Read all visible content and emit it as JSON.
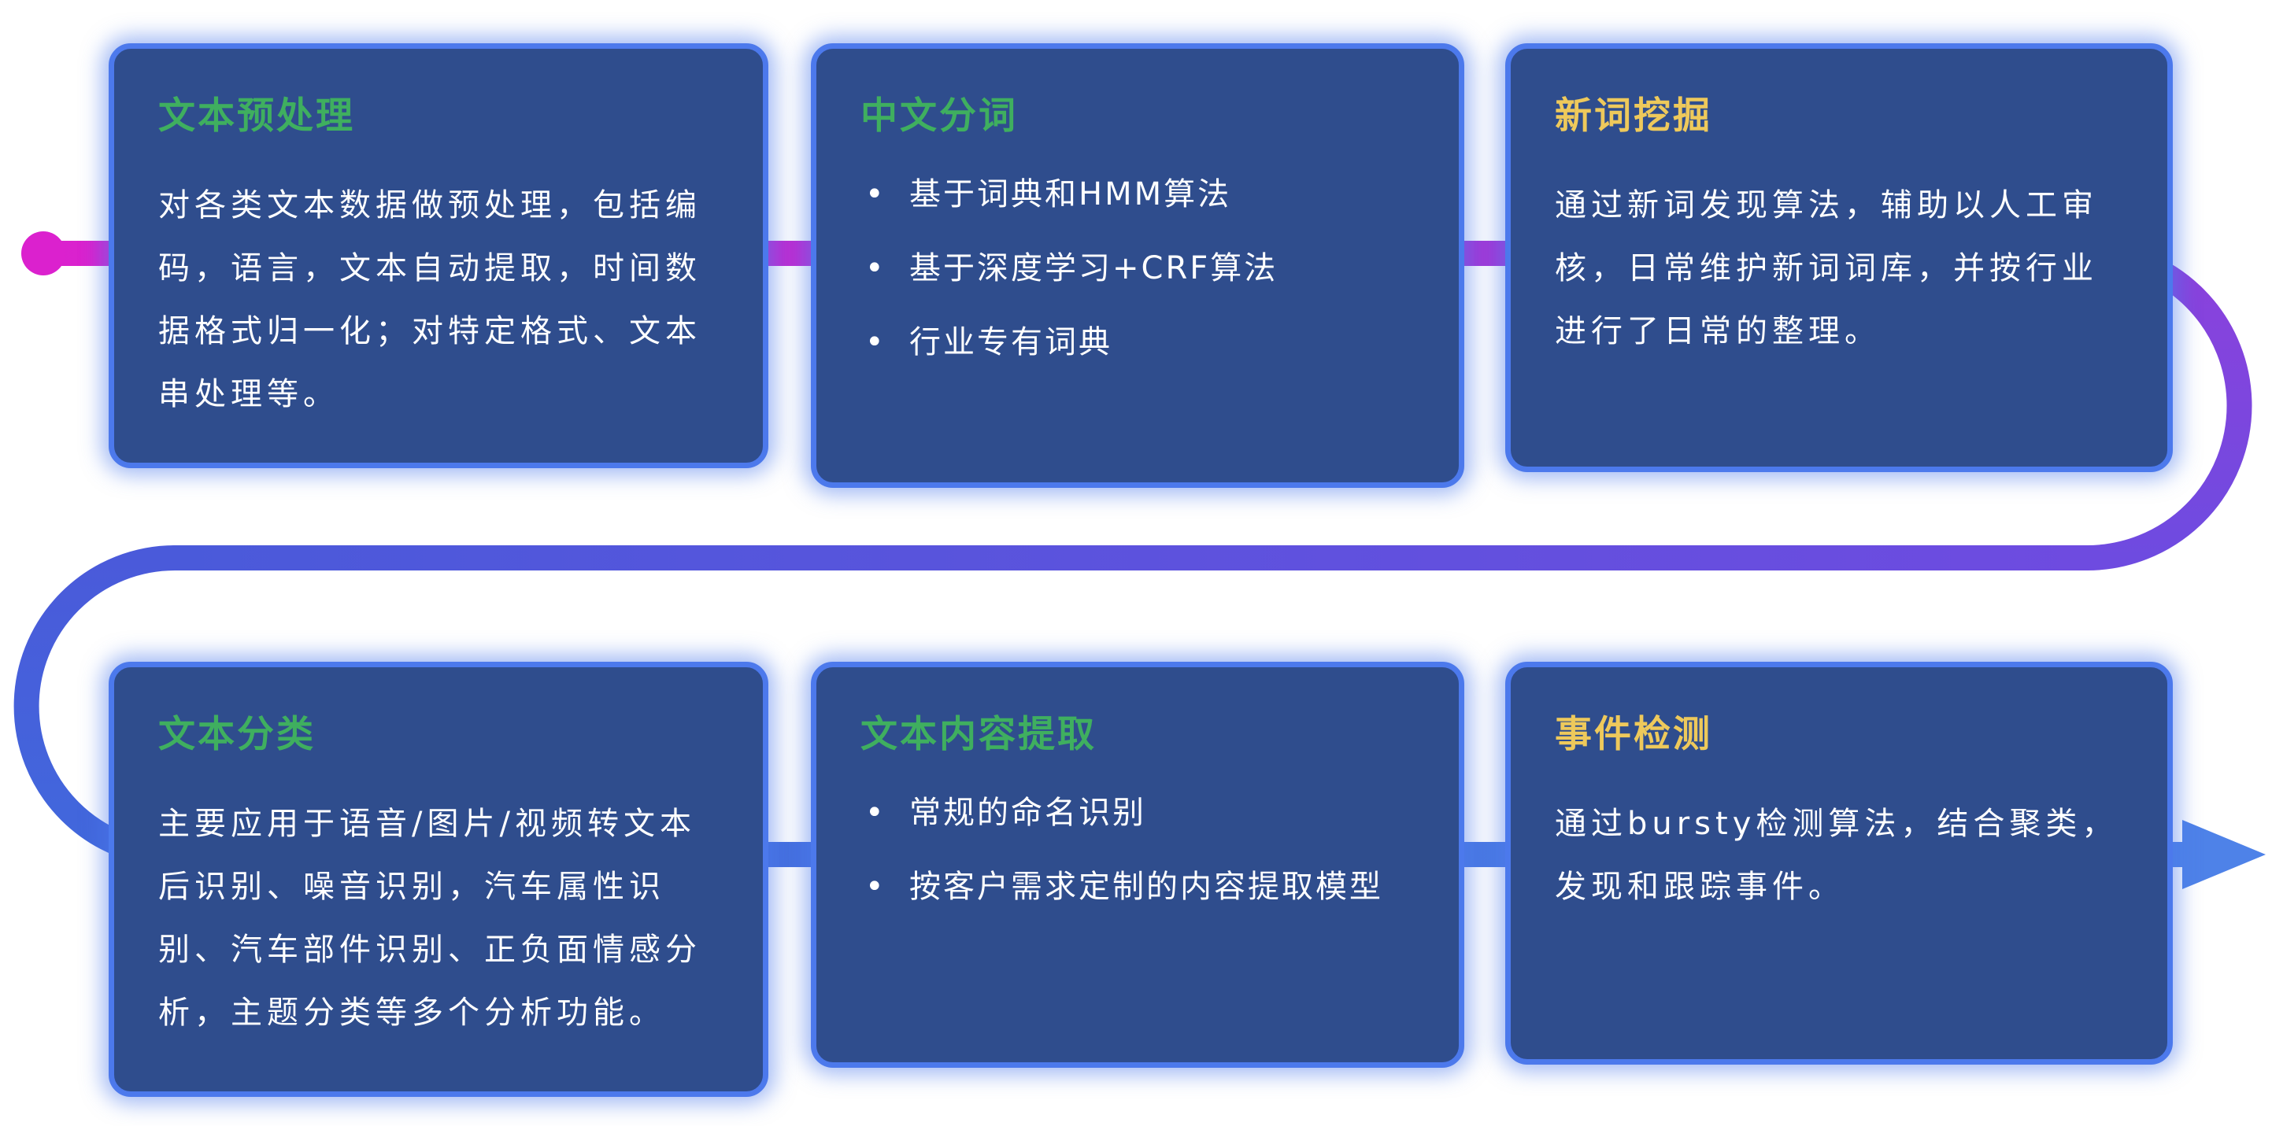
{
  "colors": {
    "background": "#FFFFFF",
    "card_fill": "#2F4D8D",
    "card_border_glow": "#4C79EC",
    "body_text": "#FFFFFF",
    "title_green": "#3FAF5F",
    "title_yellow": "#EEC95B",
    "flow_magenta": "#DB21CE",
    "flow_purple": "#8C41DC",
    "flow_indigo": "#6E4BE0",
    "flow_blue": "#4168DC",
    "flow_light_blue": "#4E82E8"
  },
  "flow": {
    "start_marker": "dot",
    "end_marker": "arrow-right"
  },
  "cards": [
    {
      "id": "text-preprocessing",
      "title": "文本预处理",
      "title_color": "#3FAF5F",
      "type": "paragraph",
      "body": "对各类文本数据做预处理，包括编码，语言，文本自动提取，时间数据格式归一化；对特定格式、文本串处理等。"
    },
    {
      "id": "chinese-word-segmentation",
      "title": "中文分词",
      "title_color": "#3FAF5F",
      "type": "bullets",
      "bullets": [
        "基于词典和HMM算法",
        "基于深度学习+CRF算法",
        "行业专有词典"
      ]
    },
    {
      "id": "new-word-mining",
      "title": "新词挖掘",
      "title_color": "#EEC95B",
      "type": "paragraph",
      "body": "通过新词发现算法，辅助以人工审核，日常维护新词词库，并按行业进行了日常的整理。"
    },
    {
      "id": "text-classification",
      "title": "文本分类",
      "title_color": "#3FAF5F",
      "type": "paragraph",
      "body": "主要应用于语音/图片/视频转文本后识别、噪音识别，汽车属性识别、汽车部件识别、正负面情感分析，主题分类等多个分析功能。"
    },
    {
      "id": "text-content-extraction",
      "title": "文本内容提取",
      "title_color": "#3FAF5F",
      "type": "bullets",
      "bullets": [
        "常规的命名识别",
        "按客户需求定制的内容提取模型"
      ]
    },
    {
      "id": "event-detection",
      "title": "事件检测",
      "title_color": "#EEC95B",
      "type": "paragraph",
      "body": "通过bursty检测算法，结合聚类，发现和跟踪事件。"
    }
  ]
}
